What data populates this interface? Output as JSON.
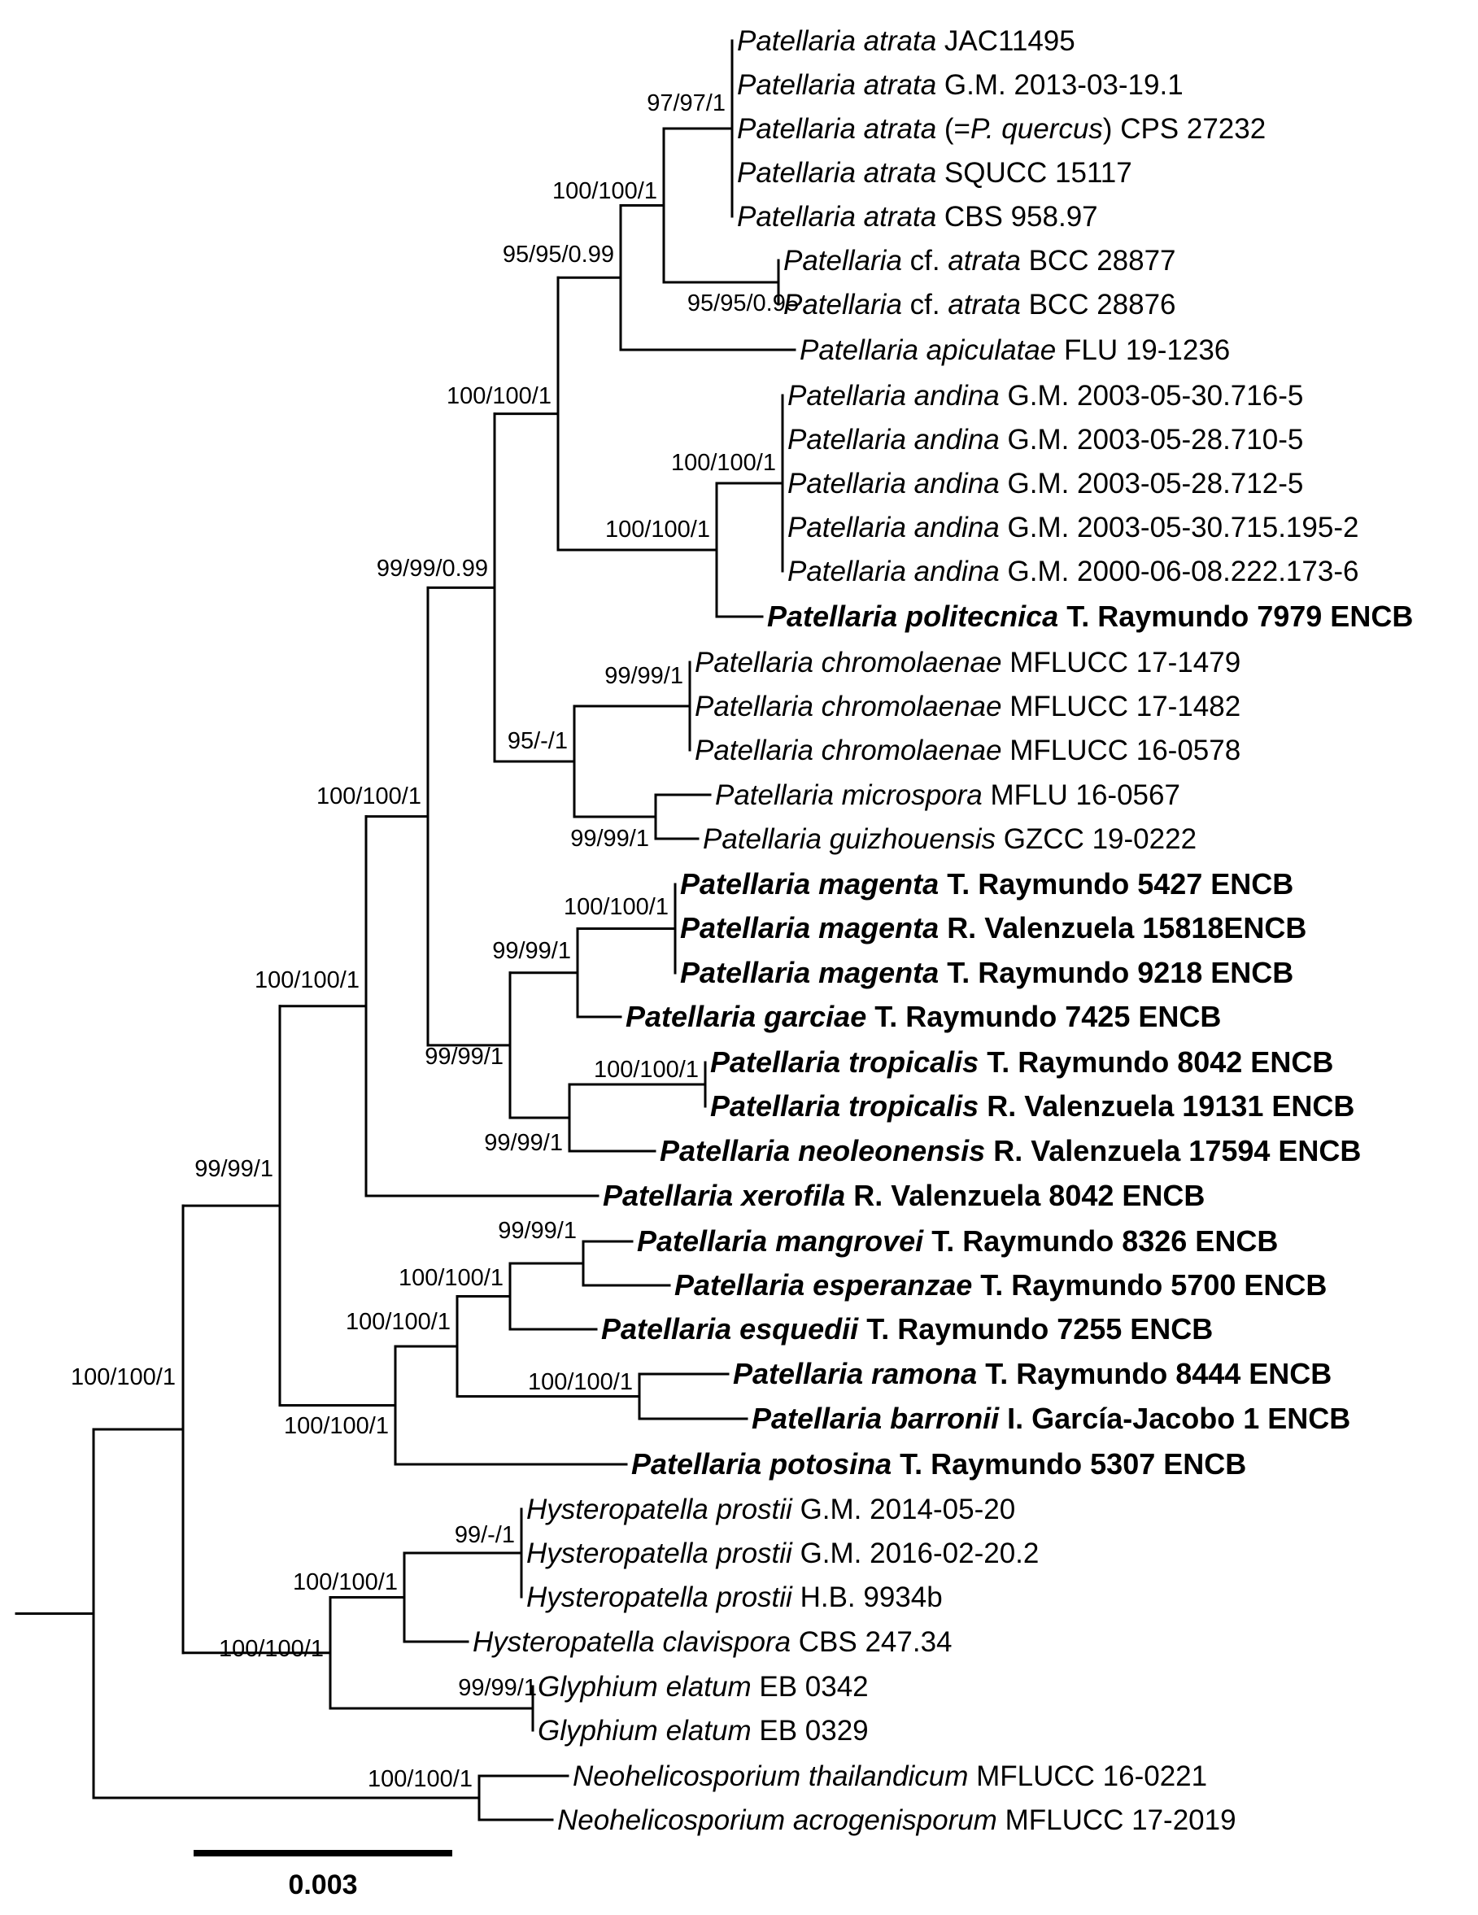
{
  "figure": {
    "scale_bar_label": "0.003"
  },
  "tips": [
    {
      "id": "t1",
      "genus": "Patellaria",
      "epithet": "atrata",
      "strain": "JAC11495",
      "bold": false
    },
    {
      "id": "t2",
      "genus": "Patellaria",
      "epithet": "atrata",
      "strain": "G.M. 2013-03-19.1",
      "bold": false
    },
    {
      "id": "t3",
      "genus": "Patellaria",
      "epithet": "atrata",
      "pre_plain": " (=",
      "syn": "P. quercus",
      "post_plain": ")",
      "strain": "CPS 27232",
      "bold": false
    },
    {
      "id": "t4",
      "genus": "Patellaria",
      "epithet": "atrata",
      "strain": "SQUCC 15117",
      "bold": false
    },
    {
      "id": "t5",
      "genus": "Patellaria",
      "epithet": "atrata",
      "strain": "CBS 958.97",
      "bold": false
    },
    {
      "id": "t6",
      "genus": "Patellaria",
      "qualifier": "cf.",
      "epithet": "atrata",
      "strain": "BCC 28877",
      "bold": false
    },
    {
      "id": "t7",
      "genus": "Patellaria",
      "qualifier": "cf.",
      "epithet": "atrata",
      "strain": "BCC 28876",
      "bold": false
    },
    {
      "id": "t8",
      "genus": "Patellaria",
      "epithet": "apiculatae",
      "strain": "FLU 19-1236",
      "bold": false
    },
    {
      "id": "t9",
      "genus": "Patellaria",
      "epithet": "andina",
      "strain": "G.M. 2003-05-30.716-5",
      "bold": false
    },
    {
      "id": "t10",
      "genus": "Patellaria",
      "epithet": "andina",
      "strain": "G.M. 2003-05-28.710-5",
      "bold": false
    },
    {
      "id": "t11",
      "genus": "Patellaria",
      "epithet": "andina",
      "strain": "G.M. 2003-05-28.712-5",
      "bold": false
    },
    {
      "id": "t12",
      "genus": "Patellaria",
      "epithet": "andina",
      "strain": "G.M. 2003-05-30.715.195-2",
      "bold": false
    },
    {
      "id": "t13",
      "genus": "Patellaria",
      "epithet": "andina",
      "strain": "G.M. 2000-06-08.222.173-6",
      "bold": false
    },
    {
      "id": "t14",
      "genus": "Patellaria",
      "epithet": "politecnica",
      "strain": "T. Raymundo 7979 ENCB",
      "bold": true
    },
    {
      "id": "t15",
      "genus": "Patellaria",
      "epithet": "chromolaenae",
      "strain": "MFLUCC 17-1479",
      "bold": false
    },
    {
      "id": "t16",
      "genus": "Patellaria",
      "epithet": "chromolaenae",
      "strain": "MFLUCC 17-1482",
      "bold": false
    },
    {
      "id": "t17",
      "genus": "Patellaria",
      "epithet": "chromolaenae",
      "strain": "MFLUCC 16-0578",
      "bold": false
    },
    {
      "id": "t18",
      "genus": "Patellaria",
      "epithet": "microspora",
      "strain": "MFLU 16-0567",
      "bold": false
    },
    {
      "id": "t19",
      "genus": "Patellaria",
      "epithet": "guizhouensis",
      "strain": "GZCC 19-0222",
      "bold": false
    },
    {
      "id": "t20",
      "genus": "Patellaria",
      "epithet": "magenta",
      "strain": "T. Raymundo 5427 ENCB",
      "bold": true
    },
    {
      "id": "t21",
      "genus": "Patellaria",
      "epithet": "magenta",
      "strain": "R. Valenzuela 15818ENCB",
      "bold": true
    },
    {
      "id": "t22",
      "genus": "Patellaria",
      "epithet": "magenta",
      "strain": "T. Raymundo 9218 ENCB",
      "bold": true
    },
    {
      "id": "t23",
      "genus": "Patellaria",
      "epithet": "garciae",
      "strain": "T. Raymundo 7425 ENCB",
      "bold": true
    },
    {
      "id": "t24",
      "genus": "Patellaria",
      "epithet": "tropicalis",
      "strain": "T. Raymundo 8042 ENCB",
      "bold": true
    },
    {
      "id": "t25",
      "genus": "Patellaria",
      "epithet": "tropicalis",
      "strain": "R. Valenzuela 19131 ENCB",
      "bold": true
    },
    {
      "id": "t26",
      "genus": "Patellaria",
      "epithet": "neoleonensis",
      "strain": "R. Valenzuela 17594 ENCB",
      "bold": true
    },
    {
      "id": "t27",
      "genus": "Patellaria",
      "epithet": "xerofila",
      "strain": "R. Valenzuela 8042 ENCB",
      "bold": true
    },
    {
      "id": "t28",
      "genus": "Patellaria",
      "epithet": "mangrovei",
      "strain": "T. Raymundo 8326 ENCB",
      "bold": true
    },
    {
      "id": "t29",
      "genus": "Patellaria",
      "epithet": "esperanzae",
      "strain": "T. Raymundo 5700 ENCB",
      "bold": true
    },
    {
      "id": "t30",
      "genus": "Patellaria",
      "epithet": "esquedii",
      "strain": "T. Raymundo 7255 ENCB",
      "bold": true
    },
    {
      "id": "t31",
      "genus": "Patellaria",
      "epithet": "ramona",
      "strain": "T. Raymundo 8444 ENCB",
      "bold": true
    },
    {
      "id": "t32",
      "genus": "Patellaria",
      "epithet": "barronii",
      "strain": "I. García-Jacobo 1 ENCB",
      "bold": true
    },
    {
      "id": "t33",
      "genus": "Patellaria",
      "epithet": "potosina",
      "strain": "T. Raymundo 5307 ENCB",
      "bold": true
    },
    {
      "id": "t34",
      "genus": "Hysteropatella",
      "epithet": "prostii",
      "strain": "G.M. 2014-05-20",
      "bold": false
    },
    {
      "id": "t35",
      "genus": "Hysteropatella",
      "epithet": "prostii",
      "strain": "G.M. 2016-02-20.2",
      "bold": false
    },
    {
      "id": "t36",
      "genus": "Hysteropatella",
      "epithet": "prostii",
      "strain": "H.B. 9934b",
      "bold": false
    },
    {
      "id": "t37",
      "genus": "Hysteropatella",
      "epithet": "clavispora",
      "strain": "CBS 247.34",
      "bold": false
    },
    {
      "id": "t38",
      "genus": "Glyphium",
      "epithet": "elatum",
      "strain": "EB 0342",
      "bold": false
    },
    {
      "id": "t39",
      "genus": "Glyphium",
      "epithet": "elatum",
      "strain": "EB 0329",
      "bold": false
    },
    {
      "id": "t40",
      "genus": "Neohelicosporium",
      "epithet": "thailandicum",
      "strain": "MFLUCC 16-0221",
      "bold": false
    },
    {
      "id": "t41",
      "genus": "Neohelicosporium",
      "epithet": "acrogenisporum",
      "strain": "MFLUCC 17-2019",
      "bold": false
    }
  ],
  "nodes": [
    {
      "id": "n_atrata",
      "support": "97/97/1"
    },
    {
      "id": "n_cfatrata",
      "support": "95/95/0.95"
    },
    {
      "id": "n_atrata_cf",
      "support": "100/100/1"
    },
    {
      "id": "n_apic",
      "support": "95/95/0.99"
    },
    {
      "id": "n_andina",
      "support": "100/100/1"
    },
    {
      "id": "n_andpol",
      "support": "100/100/1"
    },
    {
      "id": "n_top",
      "support": "100/100/1"
    },
    {
      "id": "n_chrom",
      "support": "99/99/1"
    },
    {
      "id": "n_micguiz",
      "support": "99/99/1"
    },
    {
      "id": "n_chmg",
      "support": "95/-/1"
    },
    {
      "id": "n_A",
      "support": "99/99/0.99"
    },
    {
      "id": "n_magenta",
      "support": "100/100/1"
    },
    {
      "id": "n_maggar",
      "support": "99/99/1"
    },
    {
      "id": "n_trop",
      "support": "100/100/1"
    },
    {
      "id": "n_tropneo",
      "support": "99/99/1"
    },
    {
      "id": "n_mgtn",
      "support": "99/99/1"
    },
    {
      "id": "n_B",
      "support": "100/100/1"
    },
    {
      "id": "n_mangesp",
      "support": "99/99/1"
    },
    {
      "id": "n_mee",
      "support": "100/100/1"
    },
    {
      "id": "n_rambar",
      "support": "100/100/1"
    },
    {
      "id": "n_meerb",
      "support": "100/100/1"
    },
    {
      "id": "n_C",
      "support": "100/100/1"
    },
    {
      "id": "n_D",
      "support": "100/100/1"
    },
    {
      "id": "n_prostii",
      "support": "99/-/1"
    },
    {
      "id": "n_hyster",
      "support": "100/100/1"
    },
    {
      "id": "n_glyph",
      "support": "99/99/1"
    },
    {
      "id": "n_HG",
      "support": "100/100/1"
    },
    {
      "id": "n_E",
      "support": "99/99/1"
    },
    {
      "id": "n_neo",
      "support": "100/100/1"
    },
    {
      "id": "n_root",
      "support": "100/100/1"
    }
  ]
}
